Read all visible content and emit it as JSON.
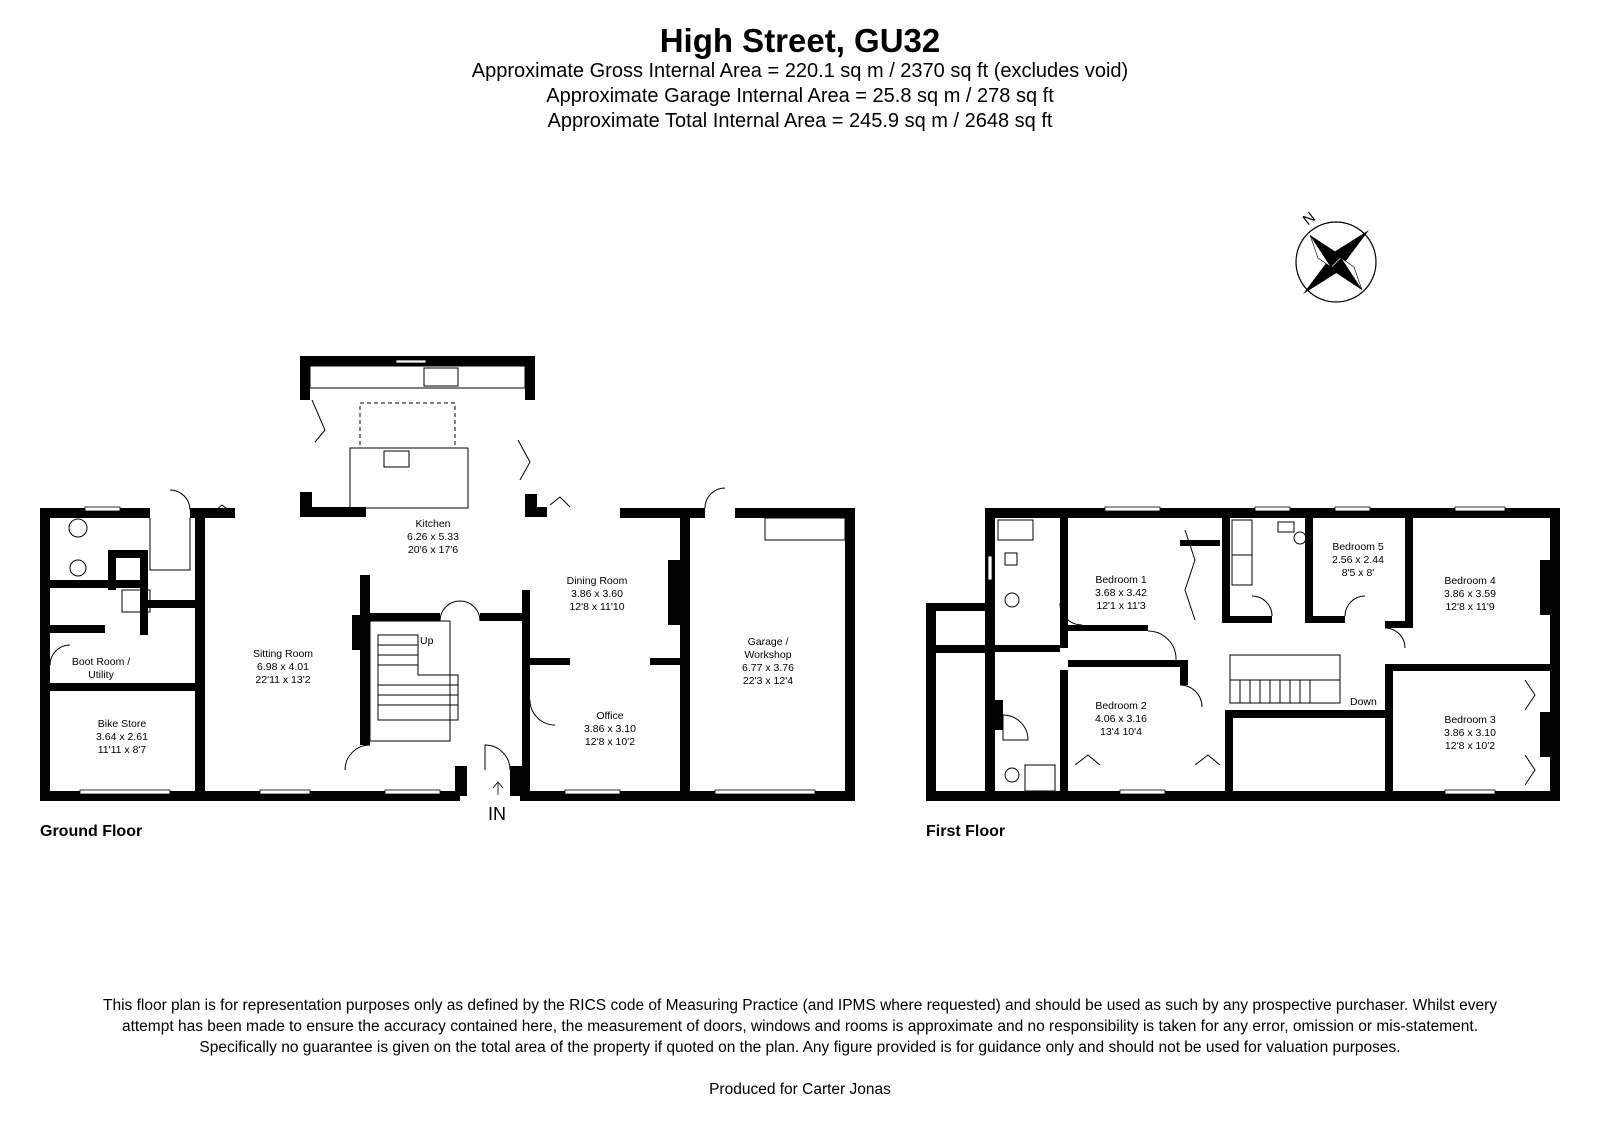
{
  "header": {
    "title": "High Street, GU32",
    "areas": [
      "Approximate Gross Internal Area = 220.1 sq m / 2370 sq ft (excludes void)",
      "Approximate Garage Internal Area = 25.8 sq m / 278 sq ft",
      "Approximate Total Internal Area = 245.9 sq m / 2648 sq ft"
    ]
  },
  "compass": {
    "letter": "N"
  },
  "ground_floor": {
    "label": "Ground Floor",
    "entrance": "IN",
    "stairs_label": "Up",
    "rooms": {
      "kitchen": {
        "name": "Kitchen",
        "metric": "6.26 x 5.33",
        "imperial": "20'6 x 17'6"
      },
      "sitting": {
        "name": "Sitting Room",
        "metric": "6.98 x 4.01",
        "imperial": "22'11 x 13'2"
      },
      "dining": {
        "name": "Dining Room",
        "metric": "3.86 x 3.60",
        "imperial": "12'8 x 11'10"
      },
      "office": {
        "name": "Office",
        "metric": "3.86 x 3.10",
        "imperial": "12'8 x 10'2"
      },
      "garage": {
        "name1": "Garage /",
        "name2": "Workshop",
        "metric": "6.77 x 3.76",
        "imperial": "22'3 x 12'4"
      },
      "boot": {
        "name1": "Boot Room /",
        "name2": "Utility"
      },
      "bike": {
        "name": "Bike Store",
        "metric": "3.64 x 2.61",
        "imperial": "11'11 x 8'7"
      }
    }
  },
  "first_floor": {
    "label": "First Floor",
    "stairs_label": "Down",
    "rooms": {
      "bed1": {
        "name": "Bedroom 1",
        "metric": "3.68 x 3.42",
        "imperial": "12'1 x 11'3"
      },
      "bed2": {
        "name": "Bedroom 2",
        "metric": "4.06 x 3.16",
        "imperial": "13'4 10'4"
      },
      "bed3": {
        "name": "Bedroom 3",
        "metric": "3.86 x 3.10",
        "imperial": "12'8 x 10'2"
      },
      "bed4": {
        "name": "Bedroom 4",
        "metric": "3.86 x 3.59",
        "imperial": "12'8 x 11'9"
      },
      "bed5": {
        "name": "Bedroom 5",
        "metric": "2.56 x 2.44",
        "imperial": "8'5 x 8'"
      }
    }
  },
  "footer": {
    "disclaimer": "This floor plan is for representation purposes only as defined by the RICS code of Measuring Practice (and IPMS where requested) and should be used as such by any prospective purchaser. Whilst every attempt has been made to ensure the accuracy contained here, the measurement of doors, windows and rooms is approximate and no responsibility is taken for any error, omission or mis-statement. Specifically no guarantee is given on the total area of the property if quoted on the plan. Any figure provided is for guidance only and should not be used for valuation purposes.",
    "produced_for": "Produced for Carter Jonas"
  }
}
